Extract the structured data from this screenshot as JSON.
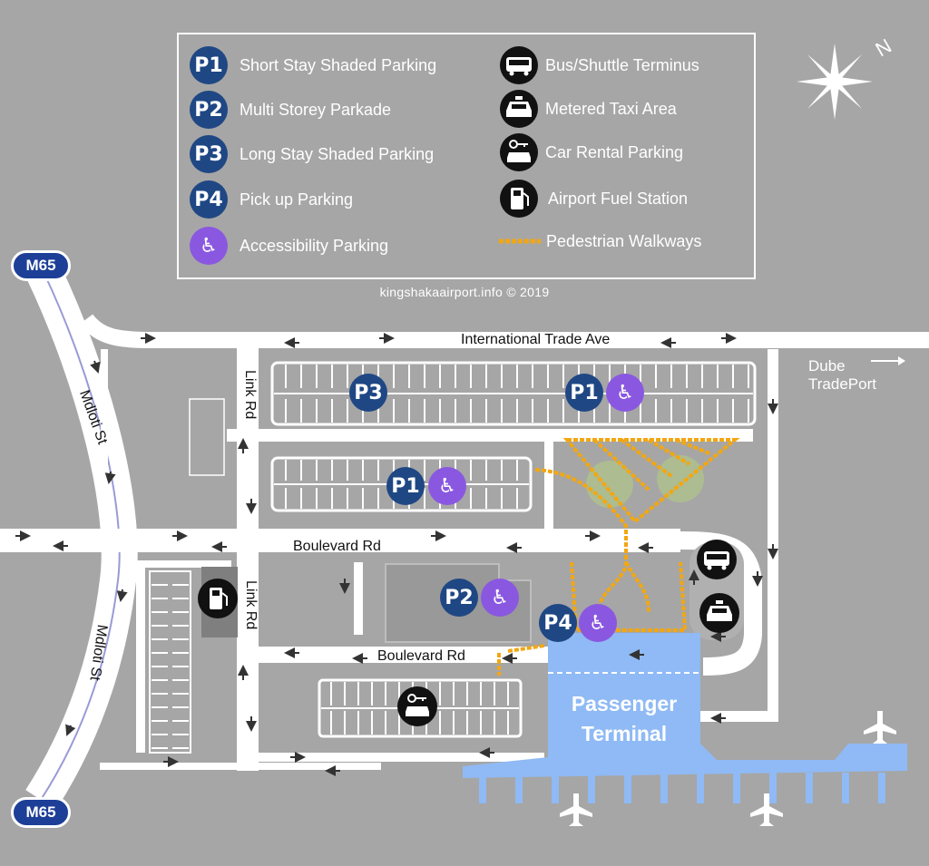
{
  "legend": {
    "items_left": [
      {
        "badge": "P1",
        "label": "Short Stay Shaded Parking"
      },
      {
        "badge": "P2",
        "label": "Multi Storey Parkade"
      },
      {
        "badge": "P3",
        "label": "Long Stay Shaded Parking"
      },
      {
        "badge": "P4",
        "label": "Pick up Parking"
      },
      {
        "badge": "accessibility-icon",
        "label": "Accessibility Parking"
      }
    ],
    "items_right": [
      {
        "icon": "bus-icon",
        "label": "Bus/Shuttle Terminus"
      },
      {
        "icon": "taxi-icon",
        "label": "Metered Taxi Area"
      },
      {
        "icon": "car-rental-icon",
        "label": "Car Rental Parking"
      },
      {
        "icon": "fuel-pump-icon",
        "label": "Airport Fuel Station"
      },
      {
        "icon": "walkway-line",
        "label": "Pedestrian Walkways"
      }
    ]
  },
  "credit": "kingshakaairport.info © 2019",
  "compass": {
    "label": "N"
  },
  "highway": {
    "top": "M65",
    "bottom": "M65"
  },
  "roads": {
    "international_trade_ave": "International Trade Ave",
    "link_rd_top": "Link Rd",
    "link_rd_bottom": "Link Rd",
    "mdloti_st_top": "Mdloti St",
    "mdloti_st_bottom": "Mdloti St",
    "boulevard_rd_top": "Boulevard Rd",
    "boulevard_rd_bottom": "Boulevard Rd"
  },
  "dube_tradeport": {
    "line1": "Dube",
    "line2": "TradePort"
  },
  "terminal": {
    "line1": "Passenger",
    "line2": "Terminal"
  },
  "map_badges": {
    "p3": "P3",
    "p1_top": "P1",
    "p1_mid": "P1",
    "p2": "P2",
    "p4": "P4"
  },
  "colors": {
    "background": "#a6a6a6",
    "road": "#ffffff",
    "parking_badge": "#1f4784",
    "accessibility": "#8a58e0",
    "terminal": "#8fbaf5",
    "walkway": "#f2a712",
    "highway_shield": "#1d3f97",
    "icon_badge": "#111111"
  }
}
